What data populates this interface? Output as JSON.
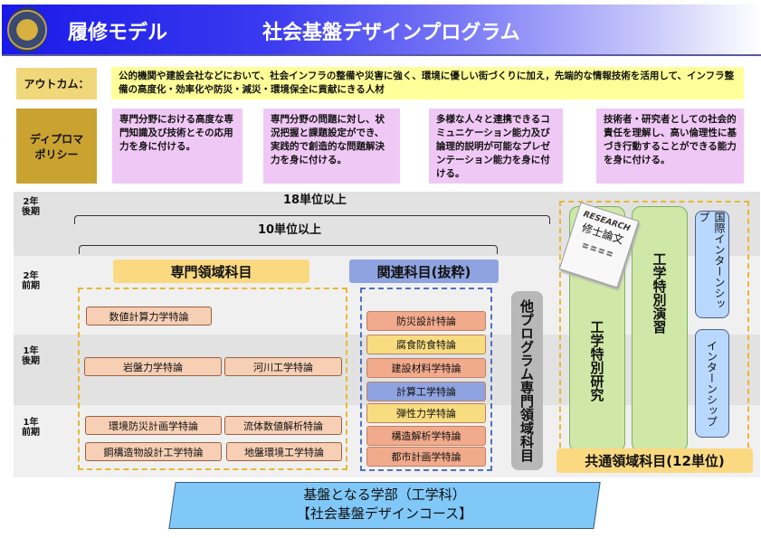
{
  "header": {
    "title_left": "履修モデル",
    "title_main": "社会基盤デザインプログラム"
  },
  "outcome": {
    "label": "アウトカム：",
    "text": "公的機関や建設会社などにおいて、社会インフラの整備や災害に強く、環境に優しい街づくりに加え，先端的な情報技術を活用して、インフラ整備の高度化・効率化や防災・減災・環境保全に貢献にきる人材"
  },
  "diploma": {
    "label": "ディプロマポリシー",
    "items": [
      "専門分野における高度な専門知識及び技術とその応用力を身に付ける。",
      "専門分野の問題に対し、状況把握と課題設定ができ、実践的で創造的な問題解決力を身に付ける。",
      "多様な人々と連携できるコミュニケーション能力及び論理的説明が可能なプレゼンテーション能力を身に付ける。",
      "技術者・研究者としての社会的責任を理解し、高い倫理性に基づき行動することができる能力を身に付ける。"
    ]
  },
  "years": [
    "2年後期",
    "2年前期",
    "1年後期",
    "1年前期"
  ],
  "credits": {
    "total": "18単位以上",
    "sub": "10単位以上"
  },
  "specialized": {
    "title": "専門領域科目",
    "courses": [
      "数値計算力学特論",
      "岩盤力学特論",
      "河川工学特論",
      "環境防災計画学特論",
      "流体数値解析特論",
      "鋼構造物設計工学特論",
      "地盤環境工学特論"
    ]
  },
  "related": {
    "title": "関連科目(抜粋)",
    "courses": [
      "防災設計特論",
      "腐食防食特論",
      "建設材料学特論",
      "計算工学特論",
      "弾性力学特論",
      "構造解析学特論",
      "都市計画学特論"
    ]
  },
  "other_program": "他プログラム専門領域科目",
  "common": {
    "title": "共通領域科目(12単位)",
    "research": "工学特別研究",
    "seminar": "工学特別演習",
    "intl_intern": "国際インターンシップ",
    "intern": "インターンシップ",
    "paper_en": "RESEARCH",
    "paper_jp": "修士論文"
  },
  "base": {
    "line1": "基盤となる学部（工学科）",
    "line2": "【社会基盤デザインコース】"
  },
  "colors": {
    "salmon": "#f2aa8c",
    "yellow": "#f8dc80",
    "blue": "#8fa3e0"
  }
}
